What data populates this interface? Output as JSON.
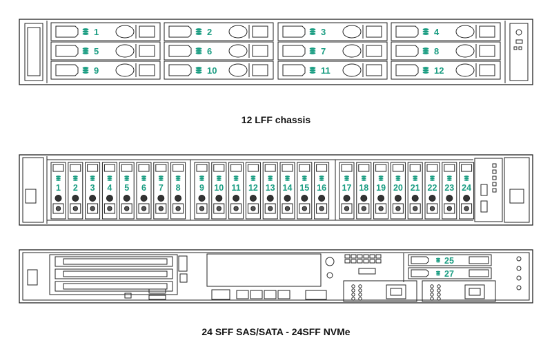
{
  "colors": {
    "accent": "#1a9d82",
    "line": "#222222"
  },
  "icons": {
    "drive": "drive-stack-icon",
    "power": "power-icon"
  },
  "lff": {
    "caption": "12 LFF chassis",
    "bays": [
      "1",
      "2",
      "3",
      "4",
      "5",
      "6",
      "7",
      "8",
      "9",
      "10",
      "11",
      "12"
    ]
  },
  "sff": {
    "bays": [
      "1",
      "2",
      "3",
      "4",
      "5",
      "6",
      "7",
      "8",
      "9",
      "10",
      "11",
      "12",
      "13",
      "14",
      "15",
      "16",
      "17",
      "18",
      "19",
      "20",
      "21",
      "22",
      "23",
      "24"
    ]
  },
  "rear": {
    "bays": [
      "25",
      "27"
    ],
    "caption": "24 SFF SAS/SATA  - 24SFF NVMe"
  }
}
